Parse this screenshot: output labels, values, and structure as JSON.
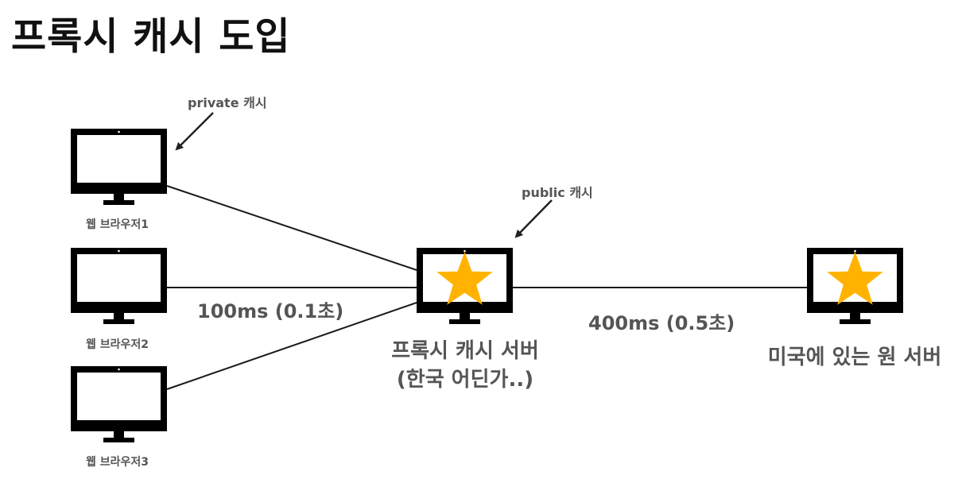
{
  "title": "프록시 캐시 도입",
  "clients": [
    {
      "label": "웹 브라우저1"
    },
    {
      "label": "웹 브라우저2"
    },
    {
      "label": "웹 브라우저3"
    }
  ],
  "annotations": {
    "private_cache": "private 캐시",
    "public_cache": "public 캐시"
  },
  "latency": {
    "client_to_proxy": "100ms (0.1초)",
    "proxy_to_origin": "400ms (0.5초)"
  },
  "proxy_server": {
    "line1": "프록시 캐시 서버",
    "line2": "(한국 어딘가..)"
  },
  "origin_server": {
    "label": "미국에 있는 원 서버"
  },
  "colors": {
    "monitor": "#000000",
    "cache_star": "#FFB300",
    "label_text": "#555555"
  },
  "icons": [
    "monitor-icon",
    "cache-star-icon",
    "arrow-icon"
  ]
}
